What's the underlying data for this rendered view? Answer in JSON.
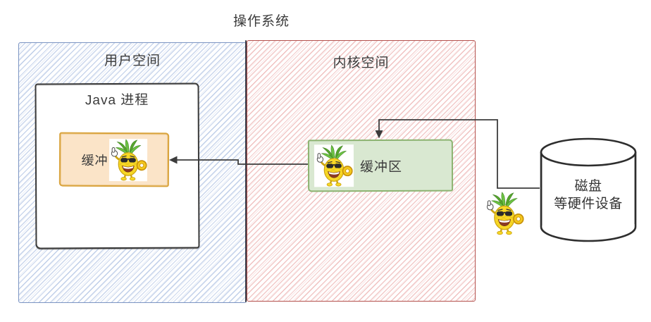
{
  "diagram": {
    "title": "操作系统",
    "user_space": {
      "label": "用户空间"
    },
    "kernel_space": {
      "label": "内核空间"
    },
    "java_process": {
      "label": "Java 进程"
    },
    "user_buffer": {
      "label": "缓冲",
      "icon": "pineapple-mascot-icon"
    },
    "kernel_buffer": {
      "label": "缓冲区",
      "icon": "pineapple-mascot-icon"
    },
    "disk": {
      "label_line1": "磁盘",
      "label_line2": "等硬件设备",
      "icon": "pineapple-mascot-icon"
    },
    "edges": [
      {
        "from": "disk",
        "to": "kernel_buffer",
        "style": "elbow-arrow"
      },
      {
        "from": "kernel_buffer",
        "to": "user_buffer",
        "style": "elbow-arrow"
      }
    ],
    "colors": {
      "user_space_border": "#7b94c2",
      "user_space_hatch": "#9db9e0",
      "kernel_space_border": "#b4524e",
      "kernel_space_hatch": "#e8a3a1",
      "space_divider": "#2a2f3a",
      "user_buffer_fill": "#fbe4c8",
      "user_buffer_border": "#d9a33c",
      "kernel_buffer_fill": "#d9e8d1",
      "kernel_buffer_border": "#8cb371",
      "java_box_border": "#3a3a3a",
      "wire": "#3c3c3c"
    }
  }
}
